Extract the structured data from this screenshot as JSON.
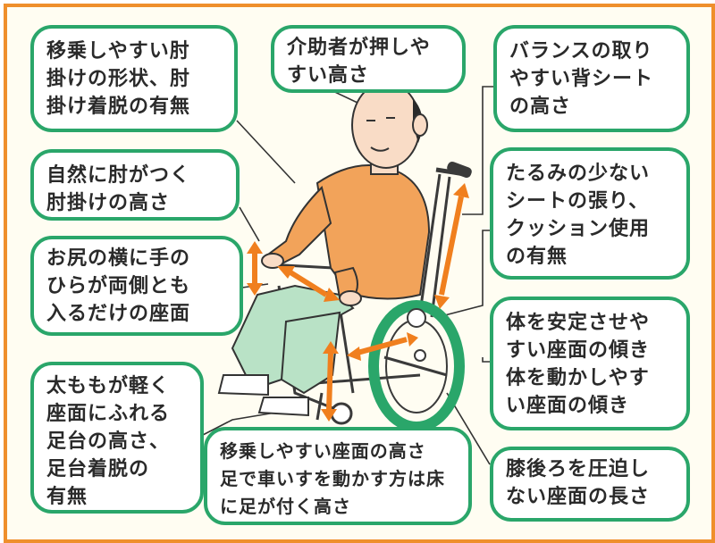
{
  "colors": {
    "accent": "#2aa66a",
    "frame": "#ef8f2c",
    "arrow": "#f07f1e",
    "shirt": "#f2a35a",
    "pants": "#b9e2c6",
    "wheel": "#2aa66a"
  },
  "labels": {
    "armrest_shape": "移乗しやすい肘\n掛けの形状、肘\n掛け着脱の有無",
    "push_height": "介助者が押しや\nすい高さ",
    "back_seat": "バランスの取り\nやすい背シート\nの高さ",
    "armrest_height": "自然に肘がつく\n肘掛けの高さ",
    "seat_sag": "たるみの少ない\nシートの張り、\nクッション使用\nの有無",
    "seat_width": "お尻の横に手の\nひらが両側とも\n入るだけの座面",
    "seat_tilt": "体を安定させや\nすい座面の傾き\n体を動かしやす\nい座面の傾き",
    "footrest": "太ももが軽く\n座面にふれる\n足台の高さ、\n足台着脱の\n有無",
    "seat_height": "移乗しやすい座面の高さ\n足で車いすを動かす方は床\nに足が付く高さ",
    "seat_depth": "膝後ろを圧迫し\nない座面の長さ"
  }
}
